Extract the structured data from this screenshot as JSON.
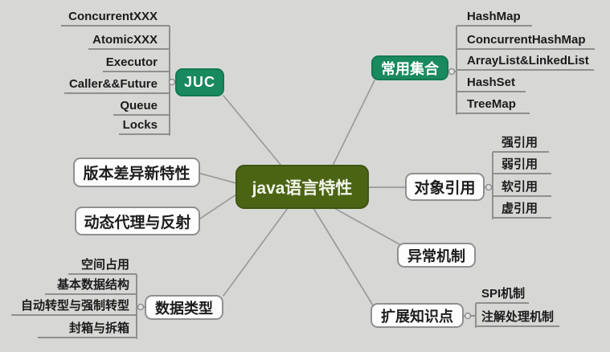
{
  "title": "java语言特性思维导图",
  "colors": {
    "background": "#d7d7d6",
    "branch_green": "#19895e",
    "center_green": "#4b6414",
    "node_background": "#fdfdfd",
    "node_border": "#8f8f8f",
    "connector_line": "#9b9b9b",
    "text_dark": "#1b1b1b",
    "text_light": "#ffffff"
  },
  "center": {
    "label": "java语言特性"
  },
  "branches": [
    {
      "id": "juc",
      "label": "JUC",
      "style": "green",
      "side": "left",
      "children": [
        "ConcurrentXXX",
        "AtomicXXX",
        "Executor",
        "Caller&&Future",
        "Queue",
        "Locks"
      ]
    },
    {
      "id": "collections",
      "label": "常用集合",
      "style": "green",
      "side": "right",
      "children": [
        "HashMap",
        "ConcurrentHashMap",
        "ArrayList&LinkedList",
        "HashSet",
        "TreeMap"
      ]
    },
    {
      "id": "version-features",
      "label": "版本差异新特性",
      "style": "white",
      "side": "left",
      "children": []
    },
    {
      "id": "dynamic-proxy",
      "label": "动态代理与反射",
      "style": "white",
      "side": "left",
      "children": []
    },
    {
      "id": "object-reference",
      "label": "对象引用",
      "style": "white",
      "side": "right",
      "children": [
        "强引用",
        "弱引用",
        "软引用",
        "虚引用"
      ]
    },
    {
      "id": "exception",
      "label": "异常机制",
      "style": "white",
      "side": "right",
      "children": []
    },
    {
      "id": "data-type",
      "label": "数据类型",
      "style": "white",
      "side": "left",
      "children": [
        "空间占用",
        "基本数据结构",
        "自动转型与强制转型",
        "封箱与拆箱"
      ]
    },
    {
      "id": "extension",
      "label": "扩展知识点",
      "style": "white",
      "side": "right",
      "children": [
        "SPI机制",
        "注解处理机制"
      ]
    }
  ]
}
